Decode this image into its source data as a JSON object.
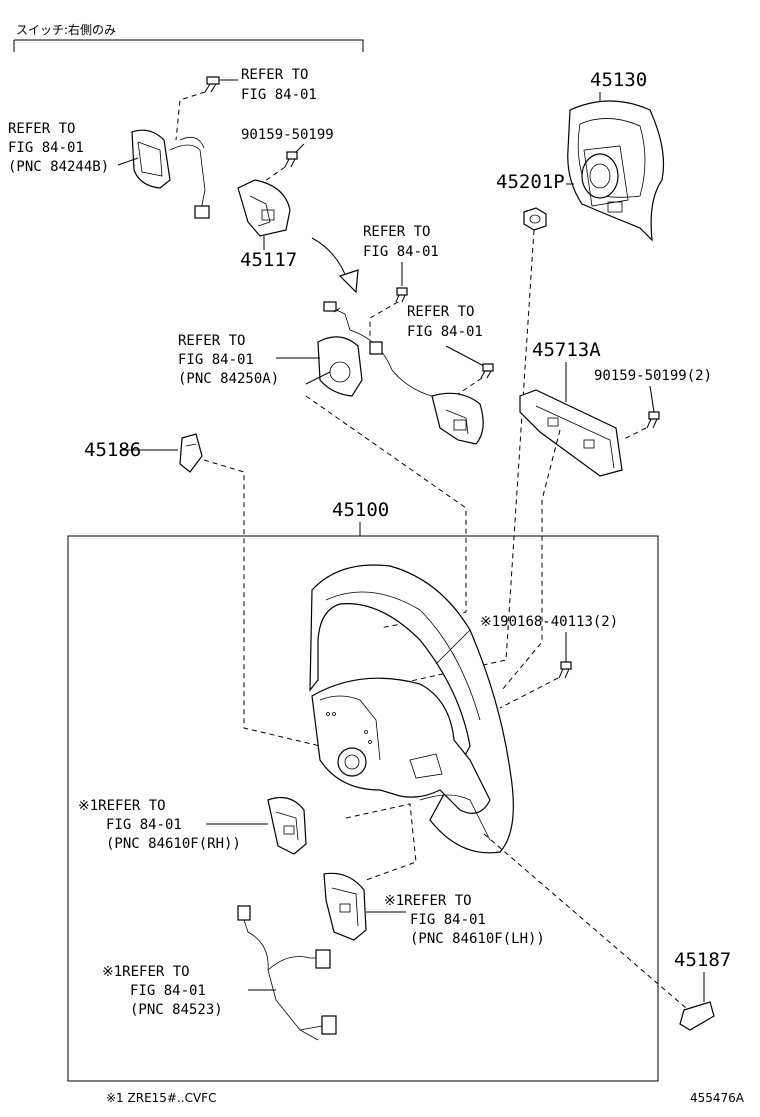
{
  "header": {
    "switch_note": "スイッチ:右側のみ"
  },
  "parts": {
    "p45130": "45130",
    "p45201p": "45201P",
    "p45117": "45117",
    "p45713a": "45713A",
    "p45186": "45186",
    "p45100": "45100",
    "p45187": "45187",
    "bolt_90159_a": "90159-50199",
    "bolt_90159_b": "90159-50199(2)",
    "bolt_90168": "※190168-40113(2)"
  },
  "refs": {
    "top_screw": [
      "REFER TO",
      "FIG 84-01"
    ],
    "left_switch": [
      "REFER TO",
      "FIG 84-01",
      "(PNC 84244B)"
    ],
    "mid_screw": [
      "REFER TO",
      "FIG 84-01"
    ],
    "right_screw": [
      "REFER TO",
      "FIG 84-01"
    ],
    "spiral": [
      "REFER TO",
      "FIG 84-01",
      "(PNC 84250A)"
    ],
    "rh_switch": [
      "※1REFER TO",
      "FIG 84-01",
      "(PNC 84610F(RH))"
    ],
    "lh_switch": [
      "※1REFER TO",
      "FIG 84-01",
      "(PNC 84610F(LH))"
    ],
    "harness": [
      "※1REFER TO",
      "FIG 84-01",
      "(PNC 84523)"
    ]
  },
  "footer": {
    "note": "※1 ZRE15#..CVFC",
    "figure_id": "455476A"
  }
}
